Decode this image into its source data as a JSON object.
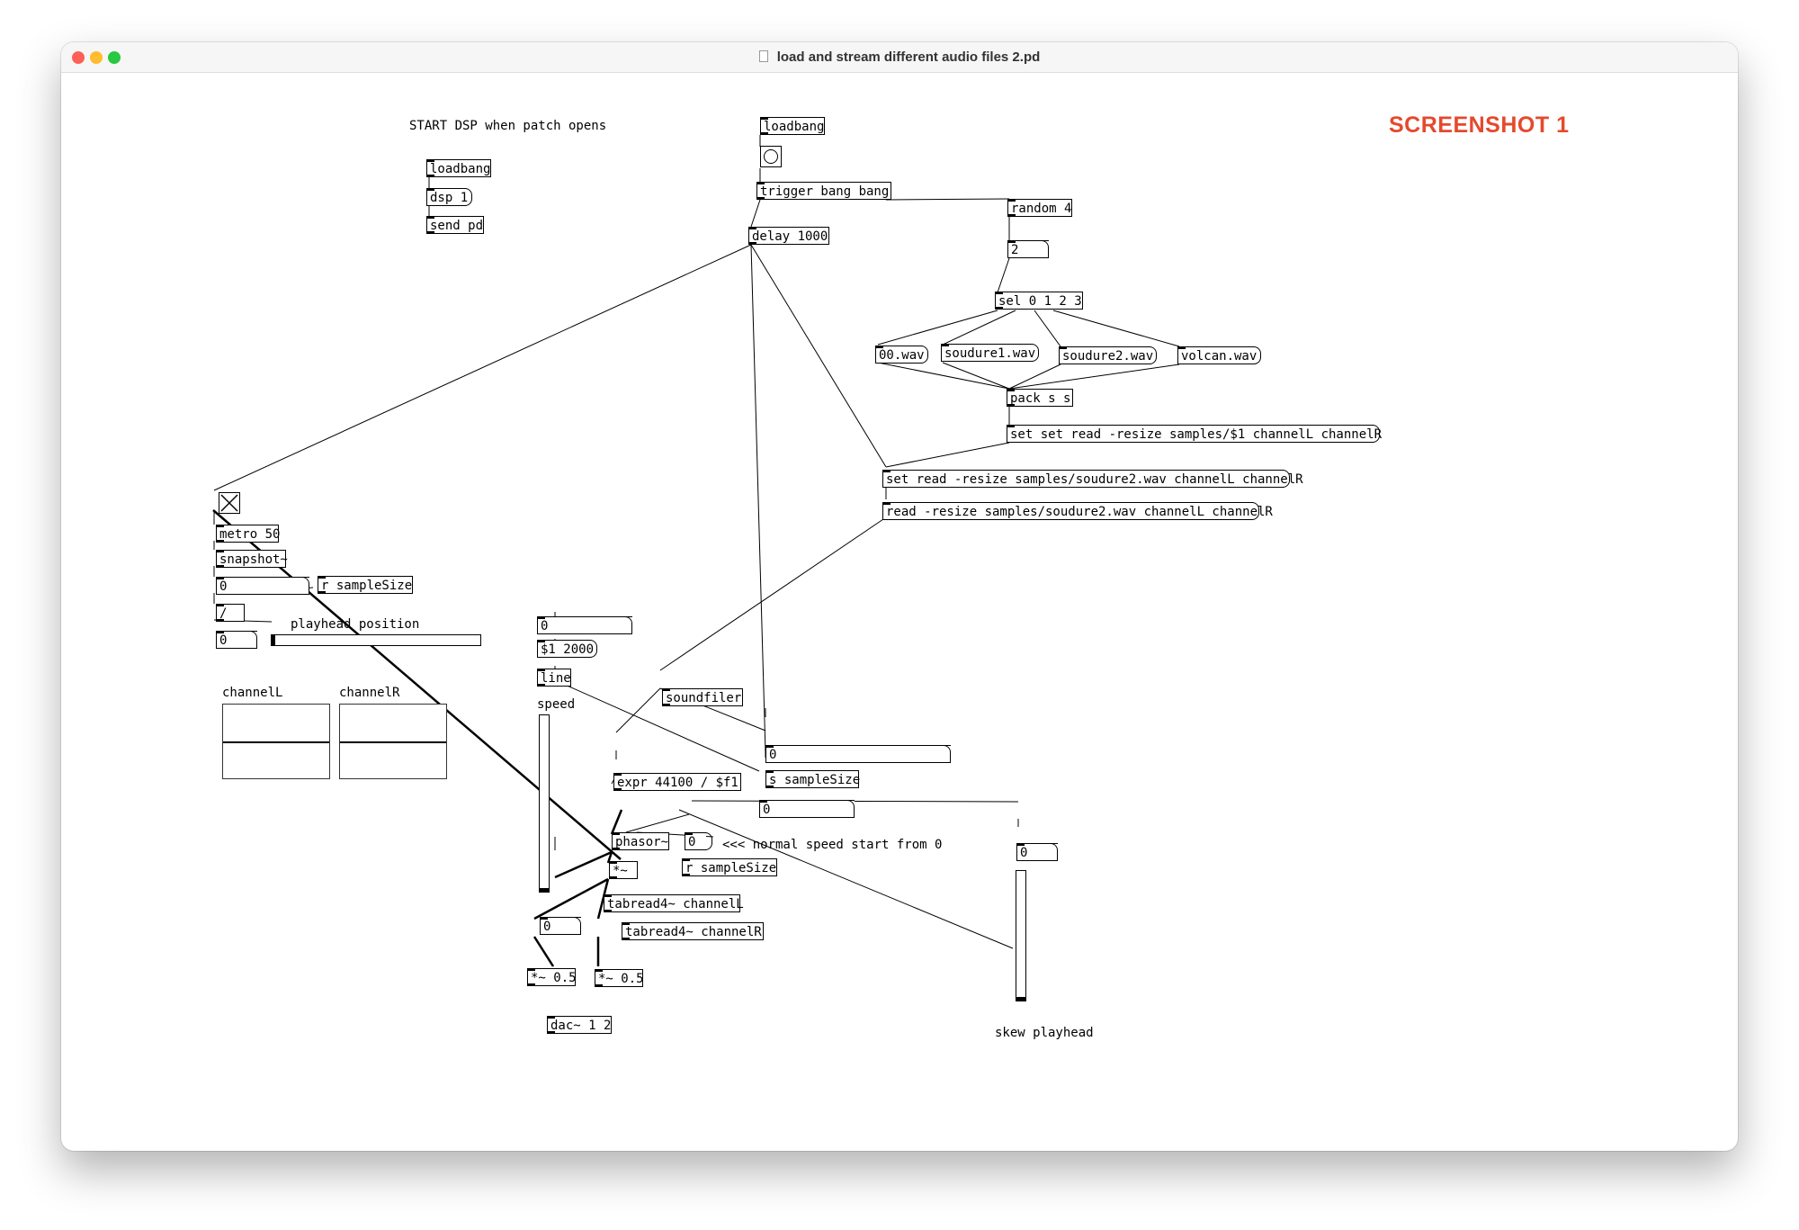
{
  "window": {
    "title": "load and stream different audio files 2.pd",
    "traffic_lights": {
      "close": "#fe5f57",
      "minimize": "#febc2e",
      "zoom": "#28c840"
    }
  },
  "annotation": {
    "label": "SCREENSHOT 1",
    "color": "#e5492c"
  },
  "comments": {
    "start_dsp": "START DSP when patch opens",
    "playhead_position": "playhead position",
    "channel_l_label": "channelL",
    "channel_r_label": "channelR",
    "speed": "speed",
    "normal_speed": "<<< normal speed  start from 0",
    "skew_playhead": "skew playhead"
  },
  "objects": {
    "loadbang_dsp": "loadbang",
    "send_pd": "send pd",
    "loadbang_main": "loadbang",
    "trigger": "trigger bang bang",
    "random": "random 4",
    "delay": "delay 1000",
    "sel": "sel 0 1 2 3",
    "pack": "pack s s",
    "metro": "metro 50",
    "snapshot": "snapshot~",
    "r_samplesize_1": "r sampleSize",
    "divide": "/",
    "line": "line",
    "soundfiler": "soundfiler",
    "s_samplesize": "s sampleSize",
    "expr": "expr 44100 / $f1",
    "phasor": "phasor~",
    "times_sig": "*~",
    "r_samplesize_2": "r sampleSize",
    "tabread_l": "tabread4~ channelL",
    "tabread_r": "tabread4~ channelR",
    "gain_l": "*~ 0.5",
    "gain_r": "*~ 0.5",
    "dac": "dac~ 1 2"
  },
  "messages": {
    "dsp_on": "dsp 1",
    "file_00": "00.wav",
    "file_soudure1": "soudure1.wav",
    "file_soudure2": "soudure2.wav",
    "file_volcan": "volcan.wav",
    "set_set_read": "set set read -resize samples/$1 channelL channelR",
    "set_read": "set read -resize samples/soudure2.wav channelL channelR",
    "read": "read -resize samples/soudure2.wav channelL channelR",
    "ramp": "$1 2000",
    "phase_zero": "0"
  },
  "number_atoms": {
    "random_out": "2",
    "snapshot_out": "0",
    "divide_out": "0",
    "line_in": "0",
    "samplesize_out": "0",
    "expr_out": "0",
    "speed_out": "0",
    "skew_in": "0"
  },
  "sliders": {
    "speed_level": 0,
    "skew_level": 0,
    "playhead_level": 0
  }
}
